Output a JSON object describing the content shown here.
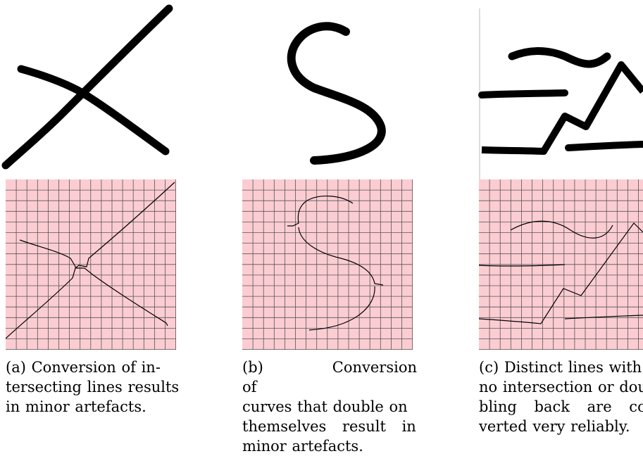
{
  "figure": {
    "panels": [
      {
        "id": "a",
        "caption_lines": [
          "(a) Conversion of in-",
          "tersecting lines results",
          "in minor artefacts."
        ]
      },
      {
        "id": "b",
        "caption_lines": [
          "(b) Conversion of",
          "curves that double on",
          "themselves result in",
          "minor artefacts."
        ]
      },
      {
        "id": "c",
        "caption_lines": [
          "(c) Distinct lines with",
          "no intersection or dou-",
          "bling back are con-",
          "verted very reliably."
        ]
      }
    ],
    "grid_color": "#fbcdd2",
    "grid_line_color": "#555555",
    "stroke_color": "#000000"
  }
}
